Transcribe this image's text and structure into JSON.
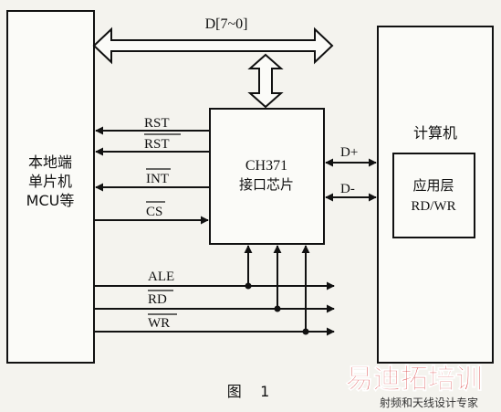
{
  "bus_label": "D[7~0]",
  "mcu_block": {
    "line1": "本地端",
    "line2": "单片机",
    "line3": "MCU等"
  },
  "chip_block": {
    "line1": "CH371",
    "line2": "接口芯片"
  },
  "computer_block": {
    "title": "计算机"
  },
  "app_layer": {
    "line1": "应用层",
    "line2": "RD/WR"
  },
  "signals_left": [
    "RST",
    "RST",
    "INT",
    "CS"
  ],
  "signals_bottom": [
    "ALE",
    "RD",
    "WR"
  ],
  "signals_right": [
    "D+",
    "D-"
  ],
  "overlined_signals": [
    "RST",
    "INT",
    "CS",
    "RD",
    "WR"
  ],
  "caption": "图    1",
  "watermark": {
    "brand": "易迪拓培训",
    "slogan": "射频和天线设计专家",
    "color": "#d42a2a"
  }
}
